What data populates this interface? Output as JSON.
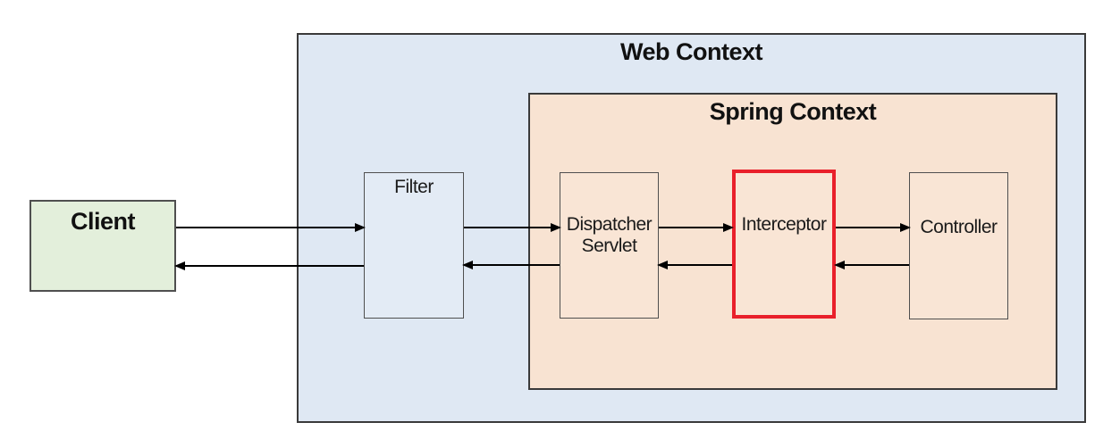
{
  "diagram": {
    "title_note": "Spring MVC request flow diagram",
    "containers": {
      "web_context": {
        "label": "Web Context",
        "fill": "#dfe8f3"
      },
      "spring_context": {
        "label": "Spring Context",
        "fill": "#f8e3d2"
      }
    },
    "nodes": {
      "client": {
        "label": "Client",
        "fill": "#e3efdb"
      },
      "filter": {
        "label": "Filter",
        "fill": "#e3ebf5"
      },
      "dispatcher_servlet": {
        "label": "Dispatcher Servlet",
        "fill": "#f9e5d5"
      },
      "interceptor": {
        "label": "Interceptor",
        "fill": "#f9e5d5",
        "border_color": "#e9202b"
      },
      "controller": {
        "label": "Controller",
        "fill": "#f9e5d5"
      }
    },
    "flow": {
      "forward": [
        "Client to Filter",
        "Filter to Dispatcher Servlet",
        "Dispatcher Servlet to Interceptor",
        "Interceptor to Controller"
      ],
      "return": [
        "Controller to Interceptor",
        "Interceptor to Dispatcher Servlet",
        "Dispatcher Servlet to Filter",
        "Filter to Client"
      ]
    },
    "colors": {
      "arrow": "#000000",
      "container_border": "#3a3a3a",
      "node_border": "#4f4f4f",
      "highlight_red": "#e9202b"
    }
  }
}
